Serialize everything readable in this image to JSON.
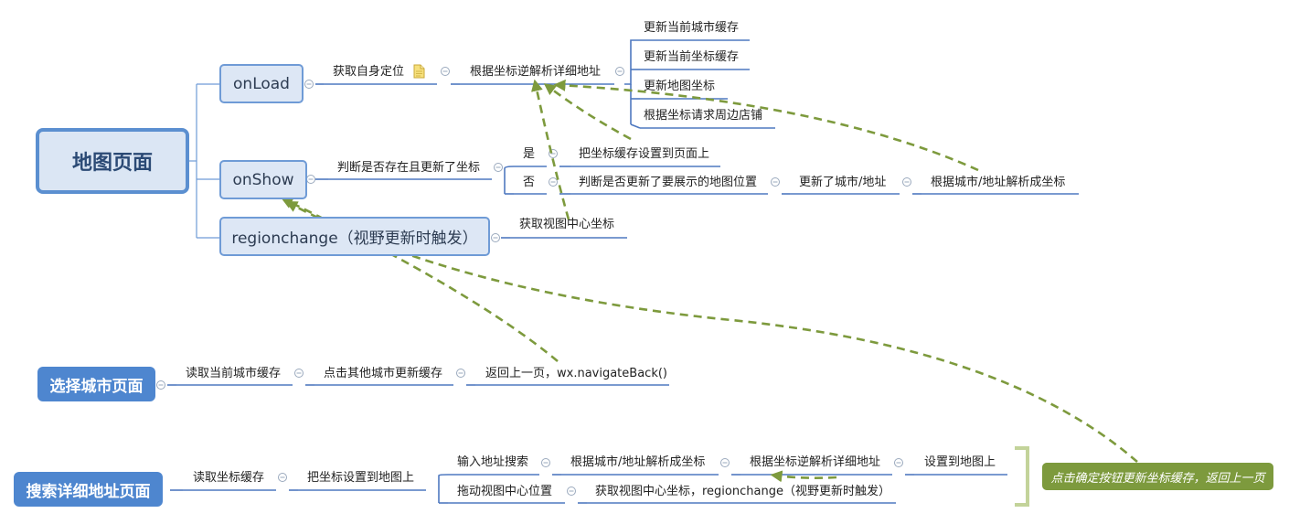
{
  "diagram": {
    "title": "地图页面",
    "map_events": {
      "onload": "onLoad",
      "onshow": "onShow",
      "regionchange": "regionchange（视野更新时触发）"
    },
    "onload_branch": {
      "get_location": "获取自身定位",
      "reverse_geocode": "根据坐标逆解析详细地址",
      "results": [
        "更新当前城市缓存",
        "更新当前坐标缓存",
        "更新地图坐标",
        "根据坐标请求周边店铺"
      ]
    },
    "onshow_branch": {
      "check": "判断是否存在且更新了坐标",
      "yes": "是",
      "yes_action": "把坐标缓存设置到页面上",
      "no": "否",
      "no_check": "判断是否更新了要展示的地图位置",
      "city_updated": "更新了城市/地址",
      "geocode": "根据城市/地址解析成坐标"
    },
    "regionchange_branch": {
      "get_center": "获取视图中心坐标"
    },
    "city_page": {
      "title": "选择城市页面",
      "steps": [
        "读取当前城市缓存",
        "点击其他城市更新缓存",
        "返回上一页，wx.navigateBack()"
      ]
    },
    "search_page": {
      "title": "搜索详细地址页面",
      "read_cache": "读取坐标缓存",
      "set_to_map": "把坐标设置到地图上",
      "input_search": "输入地址搜索",
      "geocode": "根据城市/地址解析成坐标",
      "reverse_geocode": "根据坐标逆解析详细地址",
      "set_map": "设置到地图上",
      "drag_center": "拖动视图中心位置",
      "get_center": "获取视图中心坐标，regionchange（视野更新时触发）"
    },
    "note": "点击确定按钮更新坐标缓存，返回上一页"
  }
}
